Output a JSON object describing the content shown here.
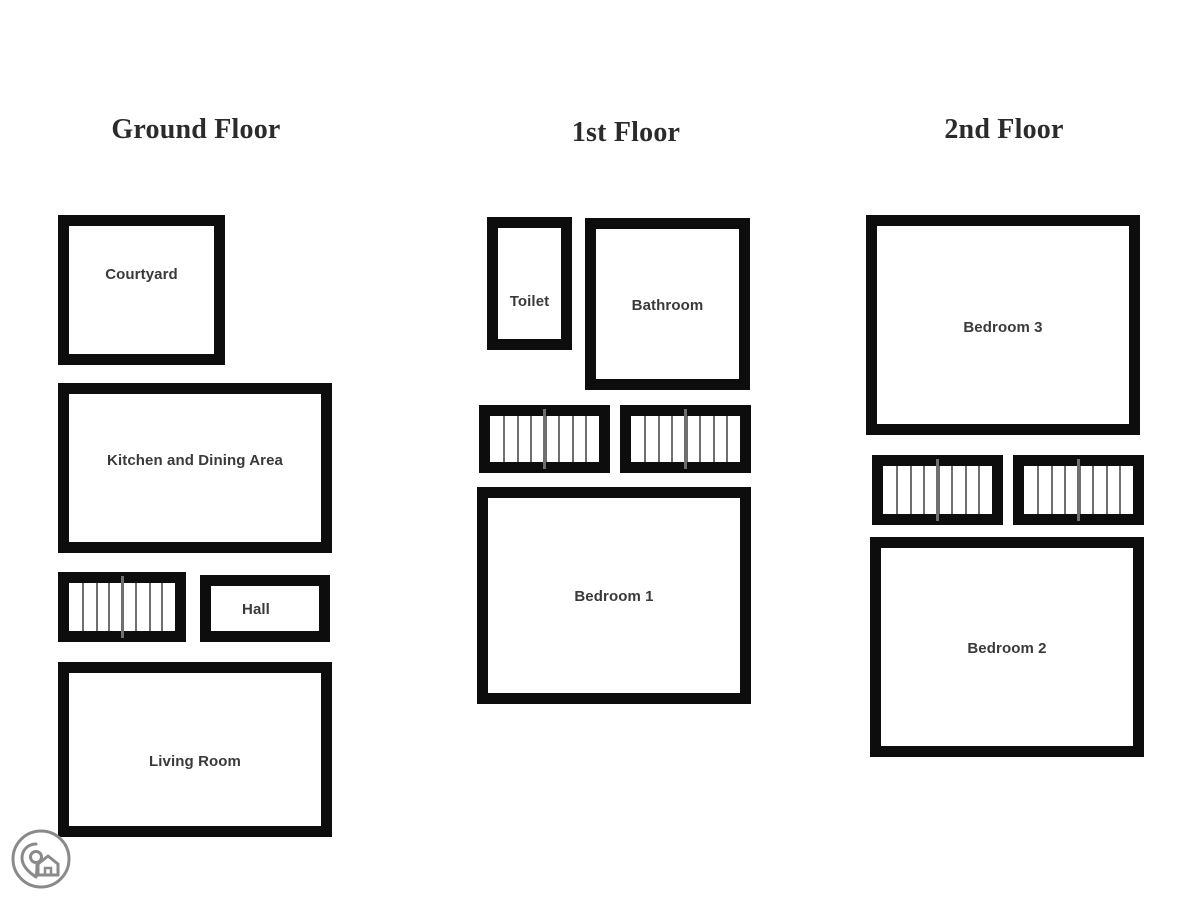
{
  "page": {
    "background": "#ffffff",
    "wall_color": "#0d0d0d",
    "title_color": "#2b2b2b",
    "label_color": "#3a3a3a",
    "stair_line_color": "#6f6f6f",
    "logo_color": "#8a8a8a"
  },
  "logo": {
    "name": "property-map-pin-house-logo"
  },
  "floors": [
    {
      "title": "Ground Floor",
      "rooms": [
        {
          "label": "Courtyard",
          "name": "room-courtyard"
        },
        {
          "label": "Kitchen and Dining Area",
          "name": "room-kitchen-dining-area"
        },
        {
          "label": "Hall",
          "name": "room-hall"
        },
        {
          "label": "Living Room",
          "name": "room-living-room"
        }
      ],
      "stairs": [
        {
          "label": "staircase",
          "name": "staircase-ground-1",
          "treads": 7
        }
      ]
    },
    {
      "title": "1st Floor",
      "rooms": [
        {
          "label": "Toilet",
          "name": "room-toilet"
        },
        {
          "label": "Bathroom",
          "name": "room-bathroom"
        },
        {
          "label": "Bedroom 1",
          "name": "room-bedroom-1"
        }
      ],
      "stairs": [
        {
          "label": "staircase",
          "name": "staircase-first-1",
          "treads": 7
        },
        {
          "label": "staircase",
          "name": "staircase-first-2",
          "treads": 7
        }
      ]
    },
    {
      "title": "2nd Floor",
      "rooms": [
        {
          "label": "Bedroom 3",
          "name": "room-bedroom-3"
        },
        {
          "label": "Bedroom 2",
          "name": "room-bedroom-2"
        }
      ],
      "stairs": [
        {
          "label": "staircase",
          "name": "staircase-second-1",
          "treads": 7
        },
        {
          "label": "staircase",
          "name": "staircase-second-2",
          "treads": 7
        }
      ]
    }
  ]
}
